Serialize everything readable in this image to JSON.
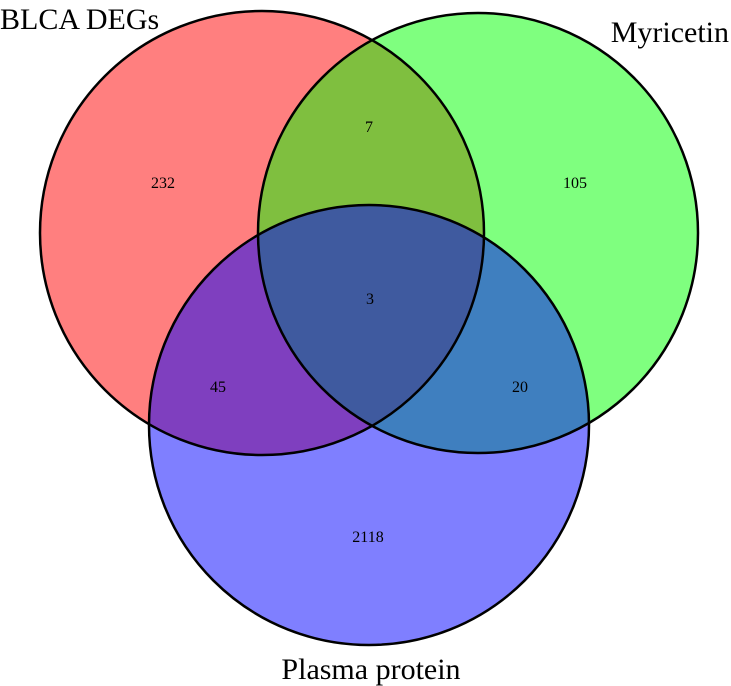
{
  "sets": [
    {
      "key": "A",
      "name": "BLCA DEGs",
      "color": "#ff0000"
    },
    {
      "key": "B",
      "name": "Myricetin",
      "color": "#00ff00"
    },
    {
      "key": "C",
      "name": "Plasma protein",
      "color": "#0000ff"
    }
  ],
  "counts": {
    "a_only": "232",
    "b_only": "105",
    "c_only": "2118",
    "ab": "7",
    "ac": "45",
    "bc": "20",
    "abc": "3"
  }
}
